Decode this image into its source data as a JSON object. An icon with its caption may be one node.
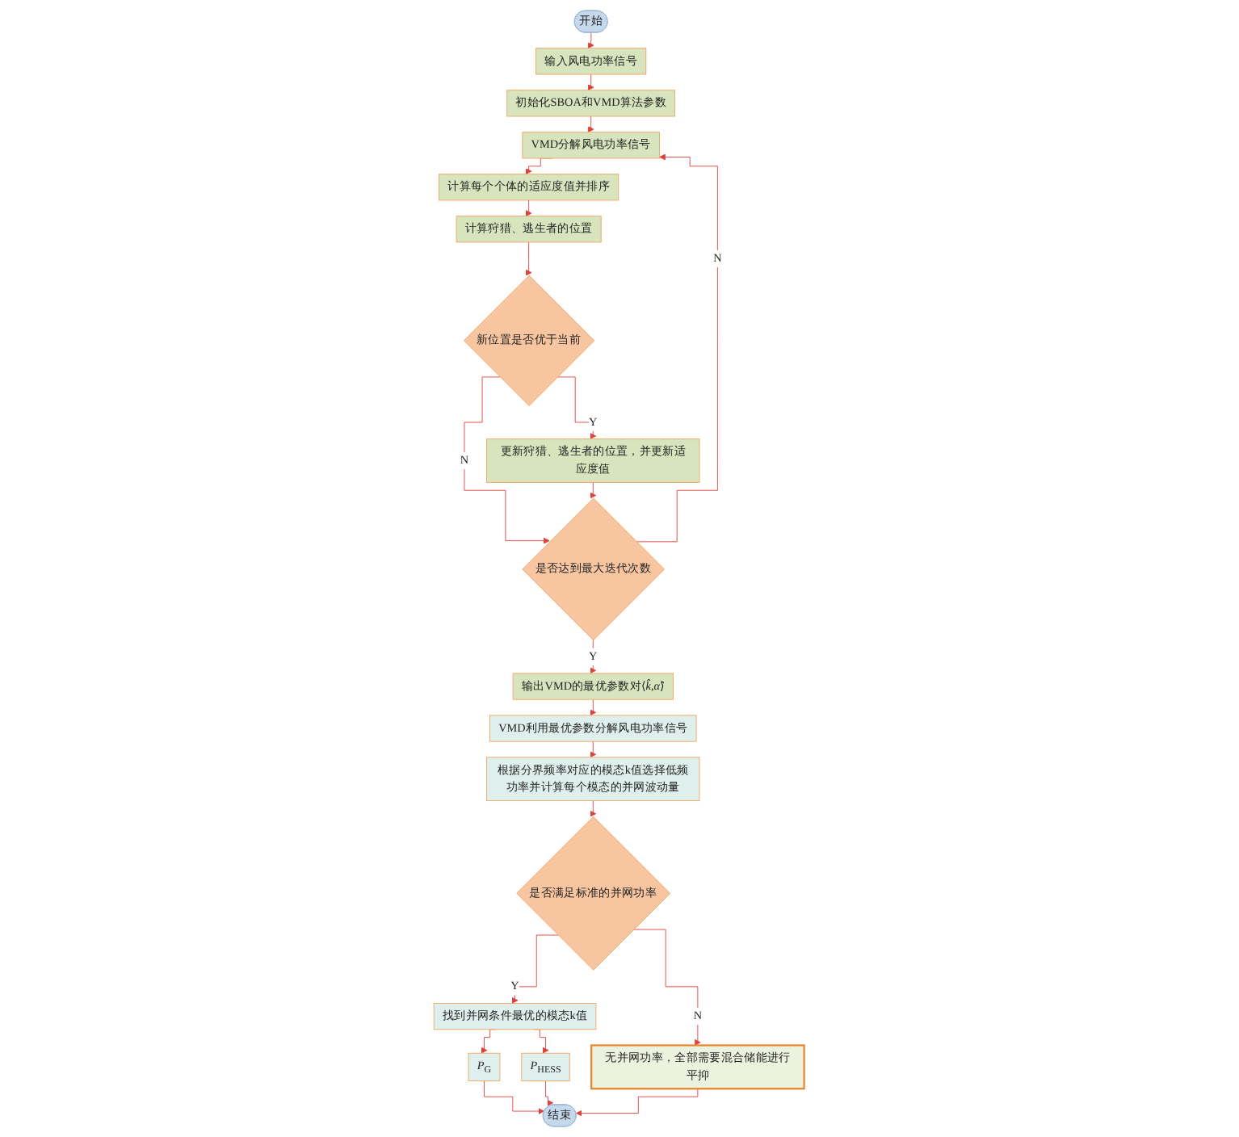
{
  "diagram": {
    "nodes": [
      {
        "text": [
          "开始"
        ]
      },
      {
        "text": [
          "输入风电功率信号"
        ]
      },
      {
        "text": [
          "初始化SBOA和VMD算法参数"
        ]
      },
      {
        "text": [
          "VMD分解风电功率信号"
        ]
      },
      {
        "text": [
          "计算每个个体的适应度值并排序"
        ]
      },
      {
        "text": [
          "计算狩猎、逃生者的位置"
        ]
      },
      {
        "text": [
          "新位置是否优于当前"
        ]
      },
      {
        "text": [
          "更新狩猎、逃生者的位置，并更新适应度值"
        ]
      },
      {
        "text": [
          "是否达到最大迭代次数"
        ]
      },
      {
        "text": [
          "输出VMD的最优参数对⟨*k̂*,*α̂*⟩"
        ]
      },
      {
        "text": [
          "VMD利用最优参数分解风电功率信号"
        ]
      },
      {
        "text": [
          "根据分界频率对应的模态k值选择低频功率并计算每个模态的并网波动量"
        ]
      },
      {
        "text": [
          "是否满足标准的并网功率"
        ]
      },
      {
        "text": [
          "找到并网条件最优的模态k值"
        ]
      },
      {
        "text": [
          "无并网功率，全部需要混合储能进行平抑"
        ]
      },
      {
        "text": [
          "*P*$_{G}$"
        ]
      },
      {
        "text": [
          "*P*$_{HESS}$"
        ]
      },
      {
        "text": [
          "结束"
        ]
      }
    ],
    "edges": [
      {
        "from": 0,
        "to": 1,
        "arrow": "to"
      },
      {
        "from": 1,
        "to": 2,
        "arrow": "to"
      },
      {
        "from": 2,
        "to": 3,
        "arrow": "to"
      },
      {
        "from": 3,
        "to": 4,
        "arrow": "to"
      },
      {
        "from": 4,
        "to": 5,
        "arrow": "to"
      },
      {
        "from": 5,
        "to": 6,
        "arrow": "to"
      },
      {
        "from": 6,
        "to": 7,
        "arrow": "to",
        "label": "Y"
      },
      {
        "from": 6,
        "to": 8,
        "arrow": "to",
        "label": "N"
      },
      {
        "from": 7,
        "to": 8,
        "arrow": "to"
      },
      {
        "from": 8,
        "to": 3,
        "arrow": "to",
        "label": "N"
      },
      {
        "from": 8,
        "to": 9,
        "arrow": "to",
        "label": "Y"
      },
      {
        "from": 9,
        "to": 10,
        "arrow": "to"
      },
      {
        "from": 10,
        "to": 11,
        "arrow": "to"
      },
      {
        "from": 11,
        "to": 12,
        "arrow": "to"
      },
      {
        "from": 12,
        "to": 13,
        "arrow": "to",
        "label": "Y"
      },
      {
        "from": 12,
        "to": 14,
        "arrow": "to",
        "label": "N"
      },
      {
        "from": 13,
        "to": 15,
        "arrow": "to"
      },
      {
        "from": 13,
        "to": 16,
        "arrow": "to"
      },
      {
        "from": 15,
        "to": 17,
        "arrow": "to"
      },
      {
        "from": 16,
        "to": 17,
        "arrow": "to"
      },
      {
        "from": 14,
        "to": 17,
        "arrow": "to"
      }
    ]
  }
}
